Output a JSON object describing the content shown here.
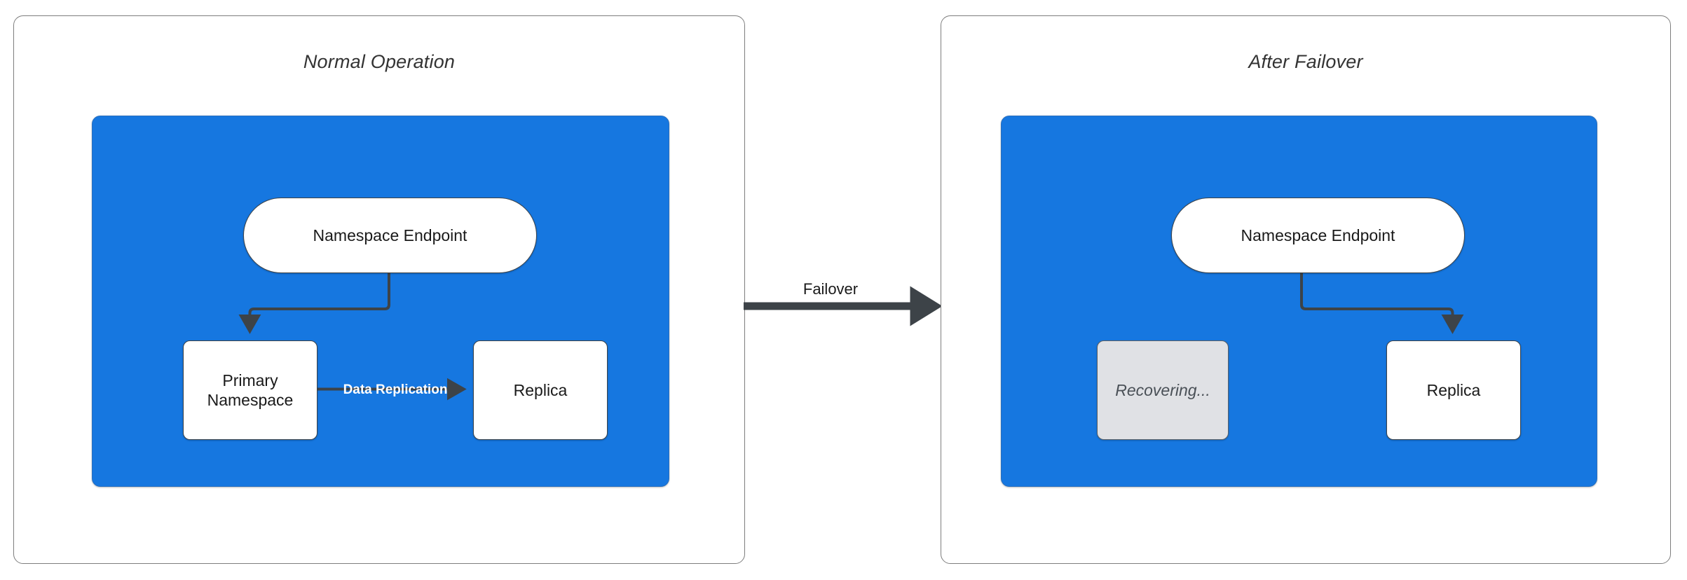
{
  "diagram": {
    "type": "flowchart",
    "description": "Namespace failover before and after comparison"
  },
  "panels": [
    {
      "id": "normal-operation",
      "title": "Normal Operation",
      "nodes": [
        {
          "id": "endpoint",
          "label": "Namespace Endpoint",
          "shape": "stadium",
          "state": "active"
        },
        {
          "id": "primary",
          "label": "Primary\nNamespace",
          "label_line1": "Primary",
          "label_line2": "Namespace",
          "shape": "rounded-rect",
          "state": "active"
        },
        {
          "id": "replica",
          "label": "Replica",
          "shape": "rounded-rect",
          "state": "active"
        }
      ],
      "edges": [
        {
          "from": "endpoint",
          "to": "primary",
          "label": ""
        },
        {
          "from": "primary",
          "to": "replica",
          "label": "Data Replication"
        }
      ]
    },
    {
      "id": "after-failover",
      "title": "After Failover",
      "nodes": [
        {
          "id": "endpoint",
          "label": "Namespace Endpoint",
          "shape": "stadium",
          "state": "active"
        },
        {
          "id": "recovering",
          "label": "Recovering...",
          "shape": "rounded-rect",
          "state": "disabled"
        },
        {
          "id": "replica",
          "label": "Replica",
          "shape": "rounded-rect",
          "state": "active"
        }
      ],
      "edges": [
        {
          "from": "endpoint",
          "to": "replica",
          "label": ""
        }
      ]
    }
  ],
  "transition": {
    "label": "Failover",
    "direction": "left-to-right"
  },
  "colors": {
    "cluster_fill": "#1677e0",
    "cluster_stroke": "#2a6fbd",
    "node_fill": "#ffffff",
    "node_stroke": "#3d4348",
    "disabled_fill": "#e0e1e5",
    "disabled_text": "#4a5057",
    "edge_stroke": "#3d4348",
    "edge_label_text": "#ffffff",
    "panel_stroke": "#7d7d7d",
    "page_background": "#ffffff",
    "title_text": "#333333"
  }
}
